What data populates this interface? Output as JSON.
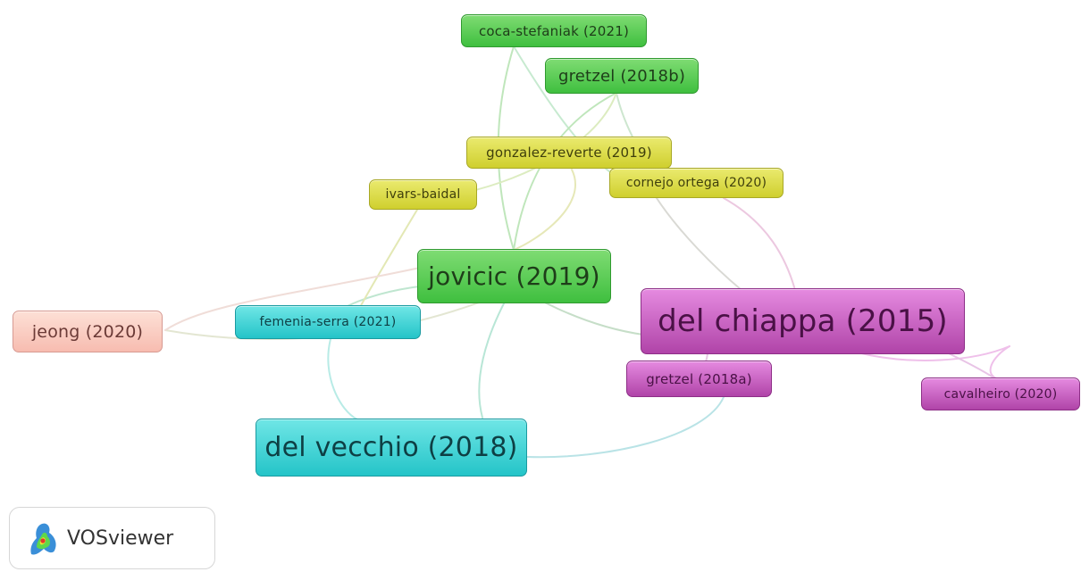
{
  "nodes": {
    "coca_stefaniak": {
      "label": "coca-stefaniak (2021)",
      "cluster": "green"
    },
    "gretzel_2018b": {
      "label": "gretzel (2018b)",
      "cluster": "green"
    },
    "gonzalez_reverte": {
      "label": "gonzalez-reverte (2019)",
      "cluster": "yellow"
    },
    "ivars_baidal": {
      "label": "ivars-baidal",
      "cluster": "yellow"
    },
    "cornejo_ortega": {
      "label": "cornejo ortega (2020)",
      "cluster": "yellow"
    },
    "jovicic": {
      "label": "jovicic (2019)",
      "cluster": "green"
    },
    "del_chiappa": {
      "label": "del chiappa (2015)",
      "cluster": "magenta"
    },
    "jeong": {
      "label": "jeong (2020)",
      "cluster": "salmon"
    },
    "femenia_serra": {
      "label": "femenia-serra (2021)",
      "cluster": "cyan"
    },
    "gretzel_2018a": {
      "label": "gretzel (2018a)",
      "cluster": "magenta"
    },
    "cavalheiro": {
      "label": "cavalheiro (2020)",
      "cluster": "magenta"
    },
    "del_vecchio": {
      "label": "del vecchio (2018)",
      "cluster": "cyan"
    }
  },
  "colors": {
    "green": "#4cc54a",
    "yellow": "#d8d83a",
    "cyan": "#2ec8cc",
    "magenta": "#b84fb0",
    "salmon": "#f7c4b8"
  },
  "logo": {
    "text": "VOSviewer",
    "icon": "vosviewer-logo-icon"
  }
}
